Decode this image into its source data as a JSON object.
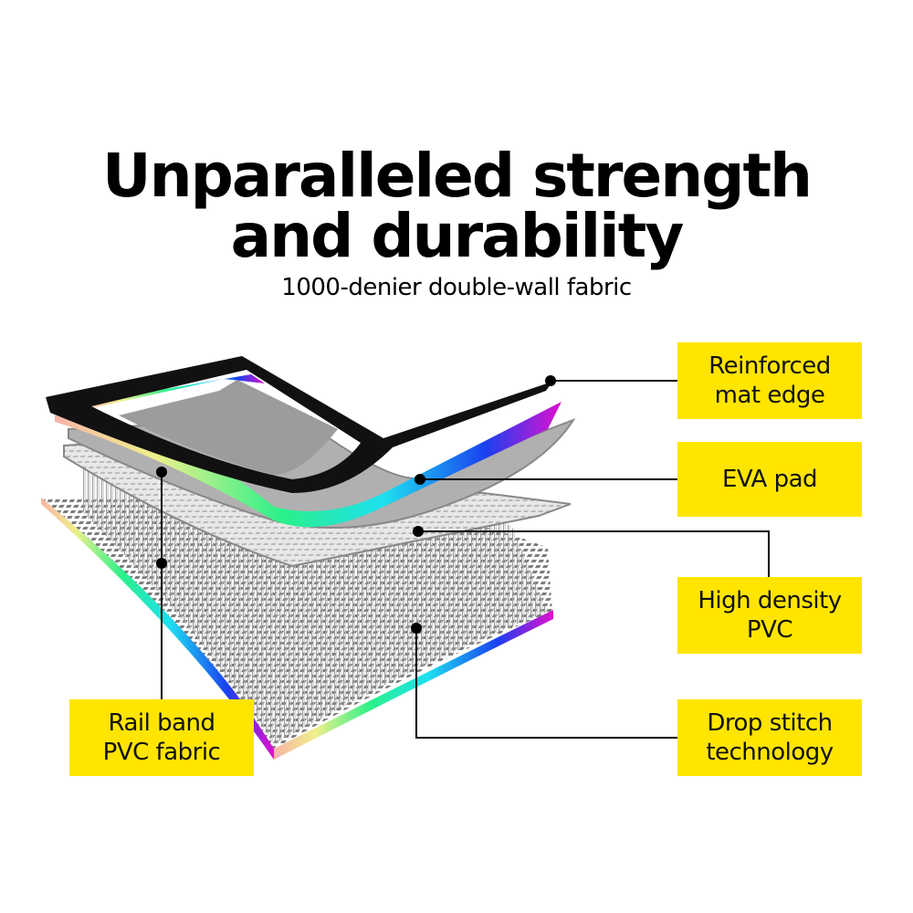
{
  "header": {
    "title_line1": "Unparalleled strength",
    "title_line2": "and durability",
    "subtitle": "1000-denier double-wall fabric"
  },
  "callouts": [
    {
      "id": "reinforced-mat-edge",
      "line1": "Reinforced",
      "line2": "mat edge"
    },
    {
      "id": "eva-pad",
      "line1": "EVA pad",
      "line2": ""
    },
    {
      "id": "high-density-pvc",
      "line1": "High density",
      "line2": "PVC"
    },
    {
      "id": "drop-stitch-technology",
      "line1": "Drop stitch",
      "line2": "technology"
    },
    {
      "id": "rail-band-pvc-fabric",
      "line1": "Rail band",
      "line2": "PVC fabric"
    }
  ],
  "colors": {
    "label_bg": "#ffe500",
    "leader_line": "#000000",
    "layer_black": "#111111",
    "layer_grey": "#a0a0a0",
    "rainbow": [
      "#f9b4a8",
      "#eef08a",
      "#2af08a",
      "#1ee0f0",
      "#1a40f0",
      "#e010d0"
    ]
  }
}
